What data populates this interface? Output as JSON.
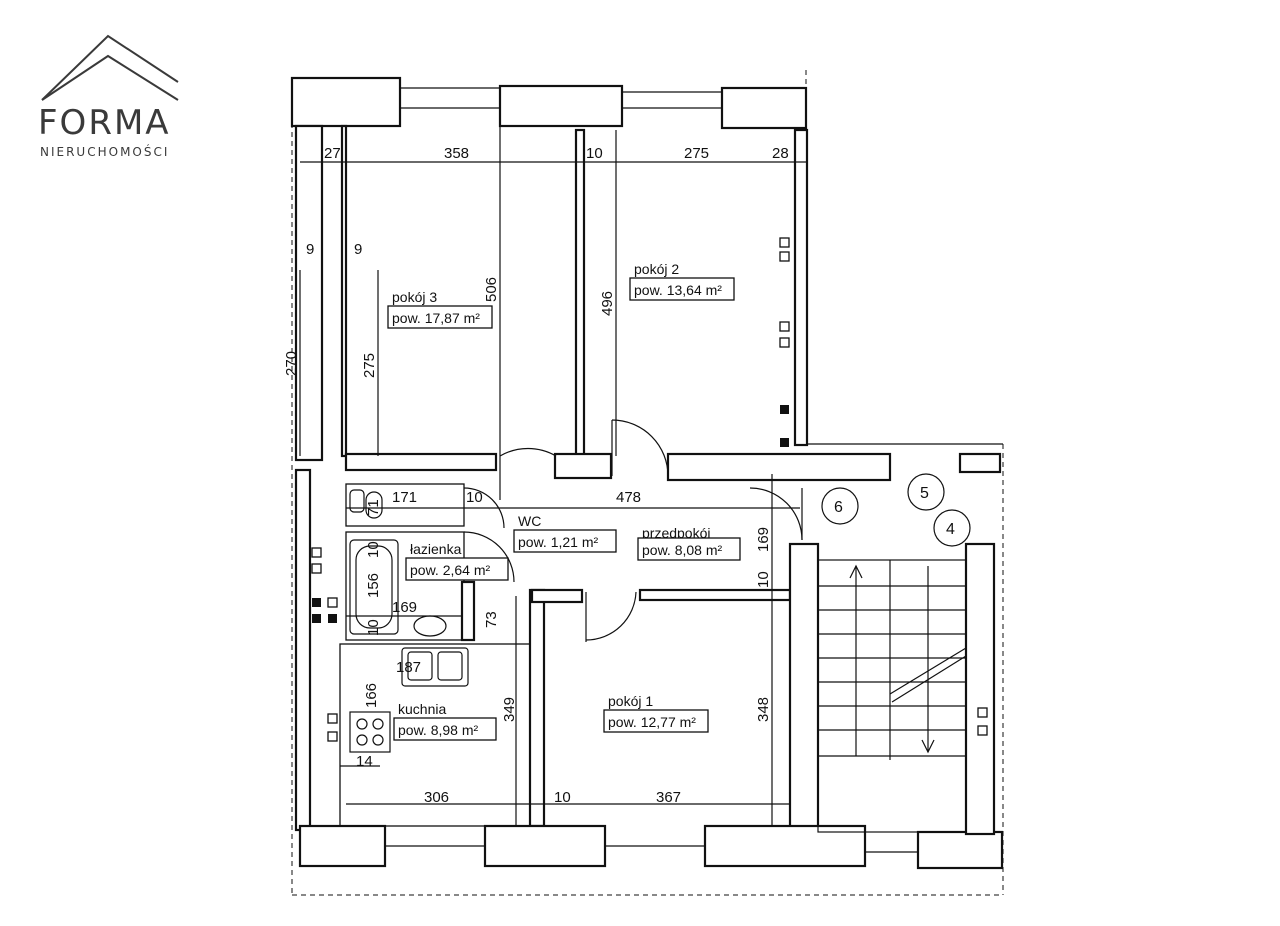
{
  "logo": {
    "name": "FORMA",
    "subtitle": "NIERUCHOMOŚCI"
  },
  "rooms": {
    "room3": {
      "name": "pokój 3",
      "area": "pow. 17,87 m²"
    },
    "room2": {
      "name": "pokój 2",
      "area": "pow. 13,64 m²"
    },
    "room1": {
      "name": "pokój 1",
      "area": "pow. 12,77 m²"
    },
    "wc": {
      "name": "WC",
      "area": "pow. 1,21  m²"
    },
    "hall": {
      "name": "przedpokój",
      "area": "pow. 8,08  m²"
    },
    "bathroom": {
      "name": "łazienka",
      "area": "pow. 2,64  m²"
    },
    "kitchen": {
      "name": "kuchnia",
      "area": "pow. 8,98  m²"
    }
  },
  "dimensions": {
    "d27": "27",
    "d358": "358",
    "d10_top": "10",
    "d275_top": "275",
    "d28": "28",
    "d9_left": "9",
    "d9_right": "9",
    "d506": "506",
    "d496": "496",
    "d275_side": "275",
    "d270": "270",
    "d171": "171",
    "d10_hall": "10",
    "d478": "478",
    "d71": "71",
    "d169_hall": "169",
    "d10_bath": "10",
    "d156": "156",
    "d169_bath": "169",
    "d10_bath_bottom": "10",
    "d73": "73",
    "d10_room1": "10",
    "d187": "187",
    "d166": "166",
    "d349": "349",
    "d348": "348",
    "d14": "14",
    "d306": "306",
    "d10_bottom": "10",
    "d367": "367"
  },
  "stair_numbers": {
    "n6": "6",
    "n5": "5",
    "n4": "4"
  }
}
